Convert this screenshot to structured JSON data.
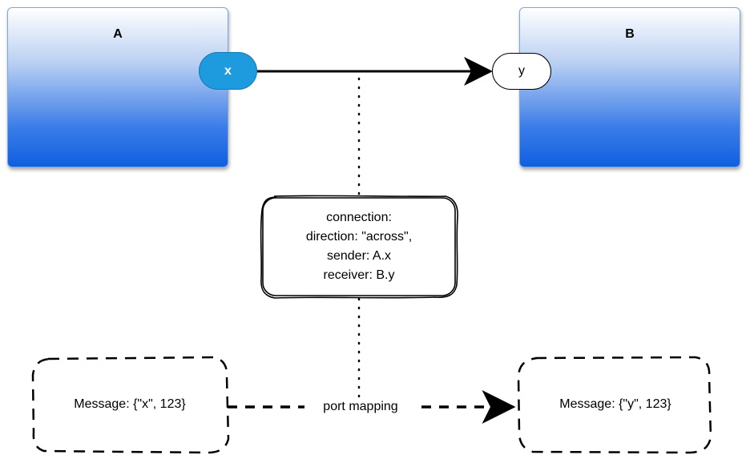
{
  "blocks": {
    "a": {
      "title": "A"
    },
    "b": {
      "title": "B"
    }
  },
  "ports": {
    "x": {
      "label": "x"
    },
    "y": {
      "label": "y"
    }
  },
  "connection_note": {
    "lines": [
      "connection:",
      "direction: \"across\",",
      "sender: A.x",
      "receiver: B.y"
    ]
  },
  "messages": {
    "left": "Message: {\"x\", 123}",
    "right": "Message: {\"y\", 123}"
  },
  "edge_labels": {
    "port_mapping": "port mapping"
  },
  "colors": {
    "port_x_fill": "#1e9adf",
    "block_gradient_bottom": "#0f5fe0",
    "stroke": "#000000"
  }
}
